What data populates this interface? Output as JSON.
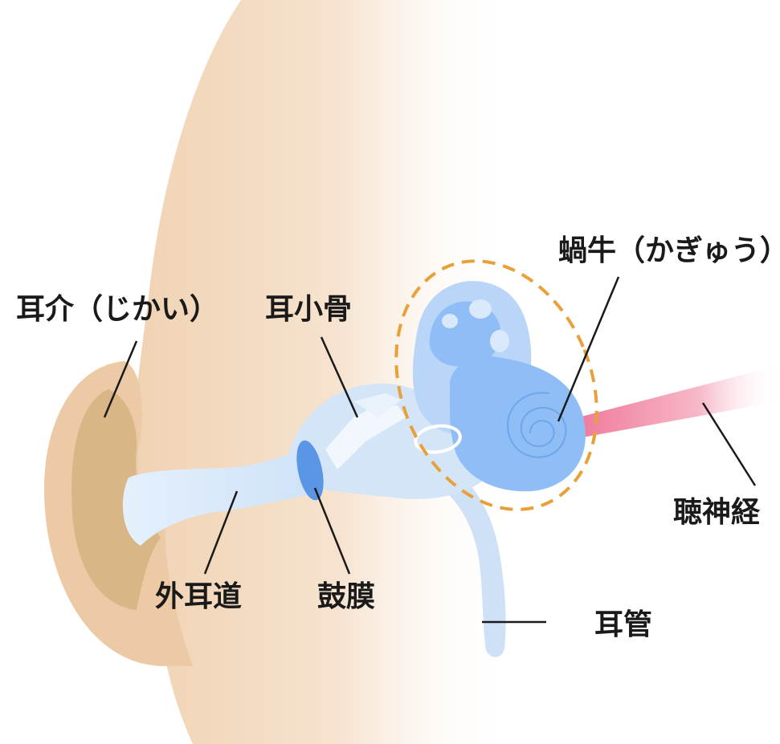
{
  "labels": {
    "auricle": "耳介（じかい）",
    "ossicles": "耳小骨",
    "cochlea": "蝸牛（かぎゅう）",
    "auditory_nerve": "聴神経",
    "ear_canal": "外耳道",
    "eardrum": "鼓膜",
    "eustachian_tube": "耳管"
  },
  "colors": {
    "skin": "#f3dcc2",
    "auricle_inner": "#dcbb8a",
    "canal_blue": "#dcecfb",
    "tube_blue": "#c6def8",
    "eardrum_blue": "#5b95e6",
    "cochlea_blue": "#8fbdf5",
    "cochlea_highlight": "#b9d6f8",
    "dashed_outline": "#e8a03a",
    "nerve_pink": "#f08aa6",
    "text": "#1a1a1a"
  }
}
